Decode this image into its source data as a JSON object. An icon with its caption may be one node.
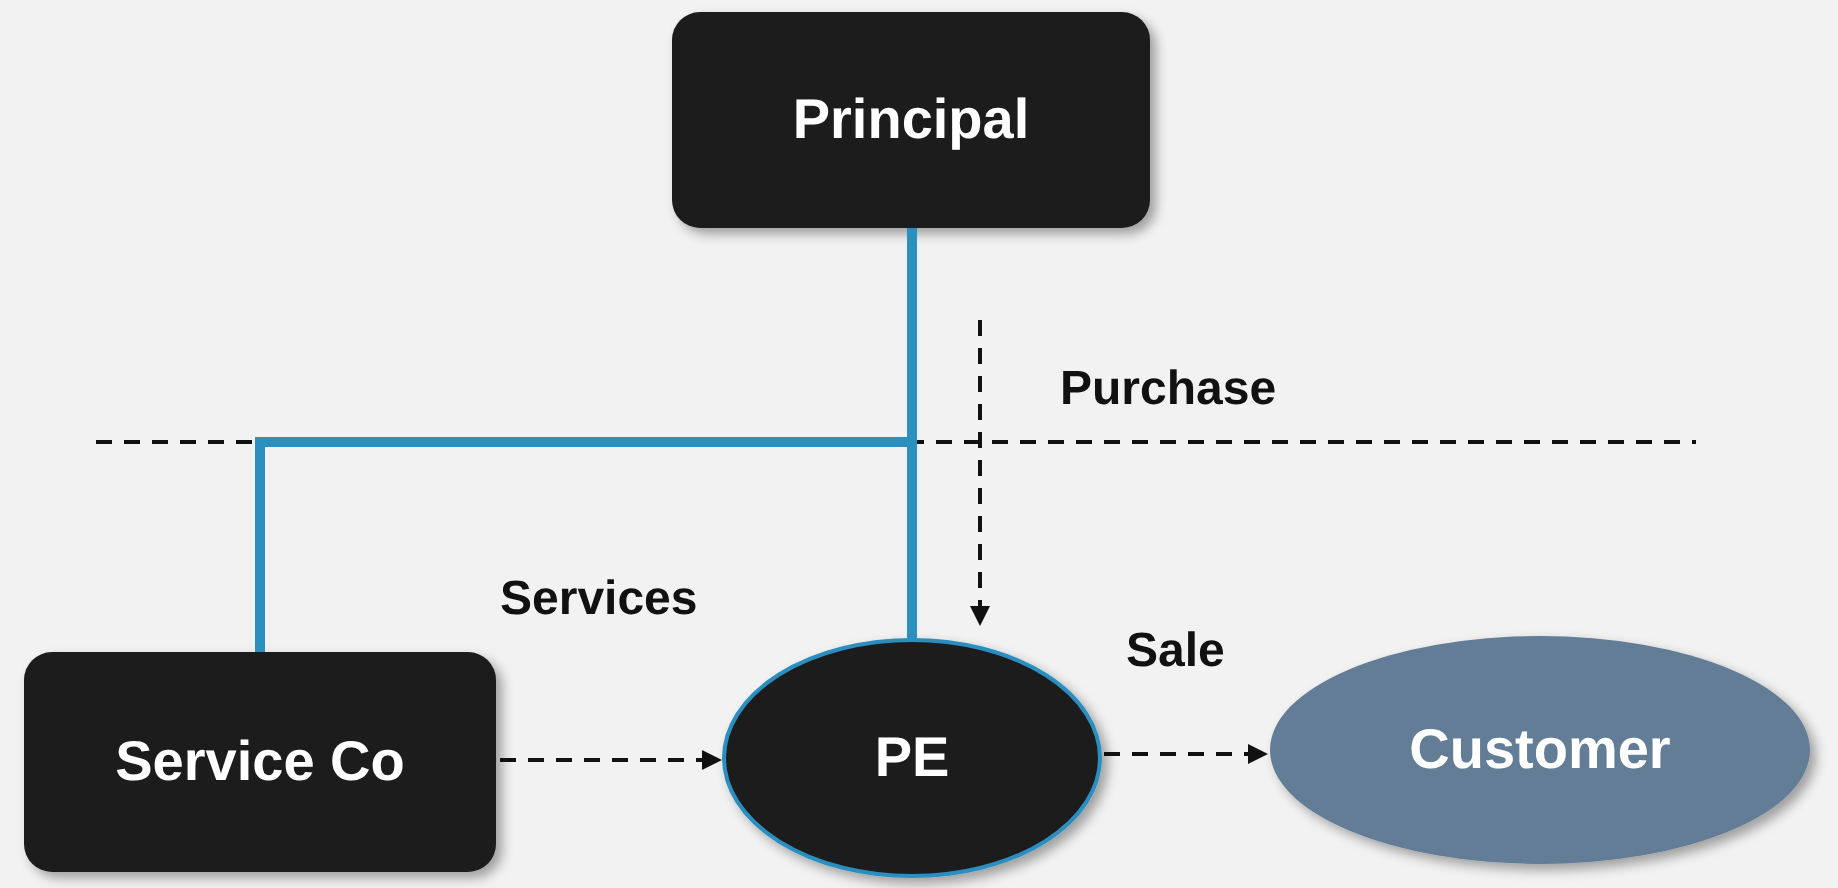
{
  "diagram": {
    "nodes": [
      {
        "text": [
          "Principal"
        ]
      },
      {
        "text": [
          "Service Co"
        ]
      },
      {
        "text": [
          "PE"
        ]
      },
      {
        "text": [
          "Customer"
        ]
      }
    ],
    "edges": [
      {
        "from": 0,
        "to": 2,
        "arrow": "none",
        "style": "thick",
        "color": "#2b8fc0"
      },
      {
        "from": 0,
        "to": 1,
        "arrow": "none",
        "style": "thick",
        "color": "#2b8fc0"
      },
      {
        "from": 1,
        "to": 2,
        "arrow": "to",
        "style": "dashed",
        "label": "Services"
      },
      {
        "from": 2,
        "to": 3,
        "arrow": "to",
        "style": "dashed",
        "label": "Sale"
      },
      {
        "from": null,
        "to": 2,
        "arrow": "to",
        "style": "dashed",
        "label": "Purchase"
      }
    ]
  }
}
